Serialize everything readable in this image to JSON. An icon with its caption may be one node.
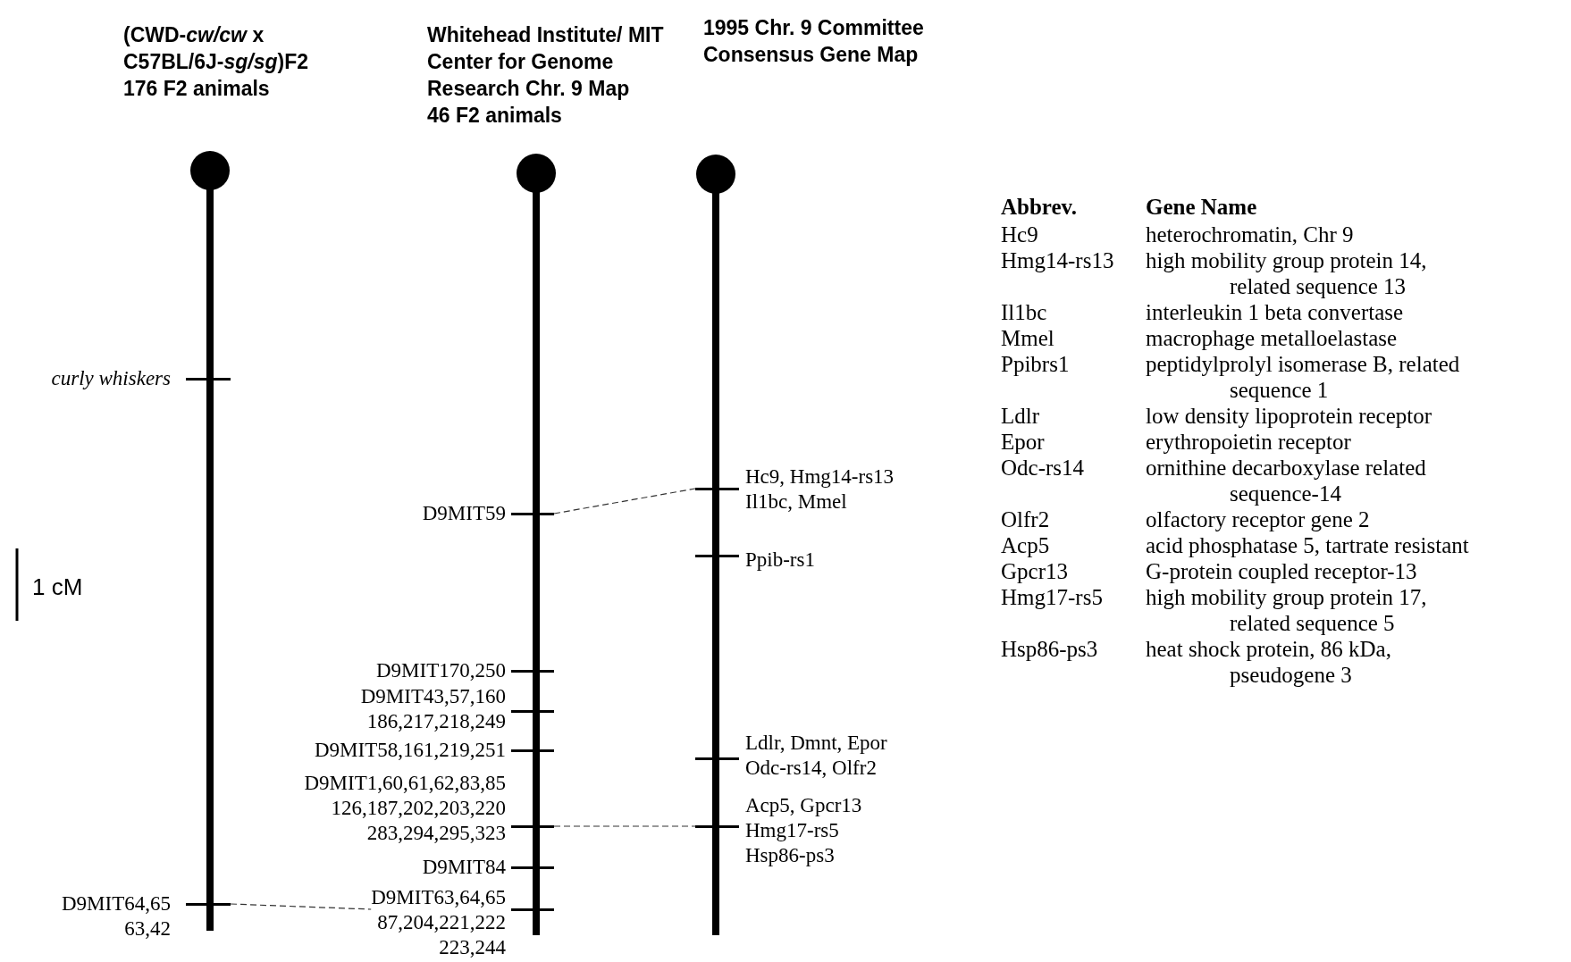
{
  "diagram": {
    "nodes": [
      {
        "text": [
          "curly whiskers"
        ]
      },
      {
        "text": [
          "D9MIT64,65 63,42"
        ]
      },
      {
        "text": [
          "D9MIT59"
        ]
      },
      {
        "text": [
          "D9MIT170,250"
        ]
      },
      {
        "text": [
          "D9MIT43,57,160 186,217,218,249"
        ]
      },
      {
        "text": [
          "D9MIT58,161,219,251"
        ]
      },
      {
        "text": [
          "D9MIT1,60,61,62,83,85 126,187,202,203,220 283,294,295,323"
        ]
      },
      {
        "text": [
          "D9MIT84"
        ]
      },
      {
        "text": [
          "D9MIT63,64,65 87,204,221,222 223,244"
        ]
      },
      {
        "text": [
          "Hc9, Hmg14-rs13 Il1bc, Mmel"
        ]
      },
      {
        "text": [
          "Ppib-rs1"
        ]
      },
      {
        "text": [
          "Ldlr, Dmnt, Epor Odc-rs14, Olfr2"
        ]
      },
      {
        "text": [
          "Acp5, Gpcr13 Hmg17-rs5 Hsp86-ps3"
        ]
      }
    ],
    "edges": [
      {
        "from": 2,
        "to": 9,
        "arrow": "none",
        "style": "dashed"
      },
      {
        "from": 6,
        "to": 12,
        "arrow": "none",
        "style": "dashed"
      },
      {
        "from": 1,
        "to": 8,
        "arrow": "none",
        "style": "dashed"
      }
    ],
    "labels": [
      "(CWD-*cw/cw* x C57BL/6J-*sg/sg*)F2",
      "176 F2 animals",
      "Whitehead Institute/ MIT Center for Genome Research Chr. 9 Map",
      "46 F2 animals",
      "1995 Chr. 9 Committee Consensus Gene Map",
      "1 cM",
      "Abbrev.",
      "Gene Name",
      "Hc9",
      "heterochromatin, Chr 9",
      "Hmg14-rs13",
      "high mobility group protein 14, related sequence 13",
      "Il1bc",
      "interleukin 1 beta convertase",
      "Mmel",
      "macrophage metalloelastase",
      "Ppibrs1",
      "peptidylprolyl isomerase B, related sequence 1",
      "Ldlr",
      "low density lipoprotein receptor",
      "Epor",
      "erythropoietin receptor",
      "Odc-rs14",
      "ornithine decarboxylase related sequence-14",
      "Olfr2",
      "olfactory receptor gene 2",
      "Acp5",
      "acid phosphatase 5, tartrate resistant",
      "Gpcr13",
      "G-protein coupled receptor-13",
      "Hmg17-rs5",
      "high mobility group protein 17, related sequence 5",
      "Hsp86-ps3",
      "heat shock protein, 86 kDa, pseudogene 3"
    ]
  }
}
